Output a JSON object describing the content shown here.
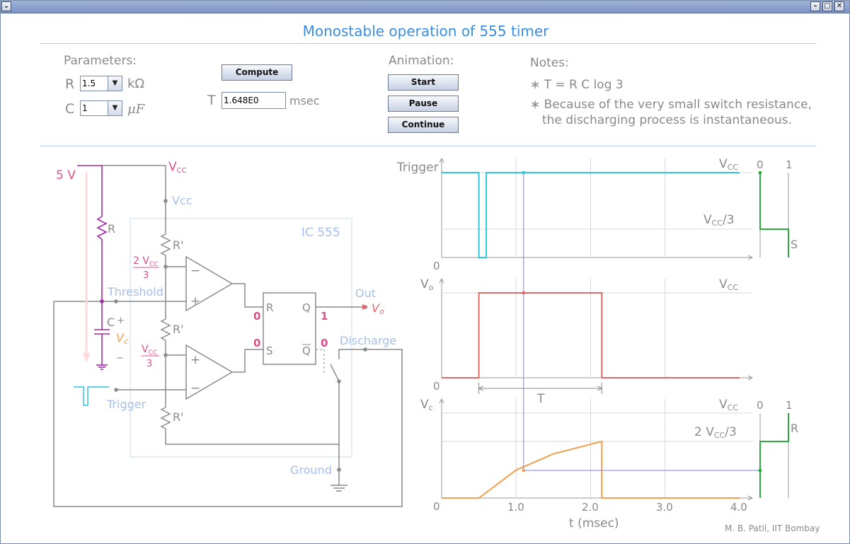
{
  "window": {
    "menu_glyph": "⌄",
    "minimize_glyph": "–",
    "maximize_glyph": "□",
    "close_glyph": "✕"
  },
  "app": {
    "title": "Monostable operation of 555 timer"
  },
  "params": {
    "heading": "Parameters:",
    "r_label": "R",
    "r_value": "1.5",
    "r_unit": "kΩ",
    "c_label": "C",
    "c_value": "1",
    "c_unit": "μF",
    "compute_label": "Compute",
    "t_label": "T",
    "t_value": "1.648E0",
    "t_unit": "msec"
  },
  "animation": {
    "heading": "Animation:",
    "start_label": "Start",
    "pause_label": "Pause",
    "continue_label": "Continue"
  },
  "notes": {
    "heading": "Notes:",
    "note1": "∗ T = R C log 3",
    "note2_line1": "∗ Because of the very small switch resistance,",
    "note2_line2": "the discharging process is instantaneous."
  },
  "circuit": {
    "supply": "5 V",
    "vcc_top": "V",
    "vcc_top_sub": "CC",
    "vcc_node": "Vcc",
    "r": "R",
    "rp1": "R'",
    "rp2": "R'",
    "rp3": "R'",
    "ic": "IC 555",
    "two_vcc": "2 V",
    "two_vcc_sub": "CC",
    "three_a": "3",
    "vcc_frac": "V",
    "vcc_frac_sub": "CC",
    "three_b": "3",
    "threshold": "Threshold",
    "trigger": "Trigger",
    "out": "Out",
    "discharge": "Discharge",
    "ground": "Ground",
    "cap": "C",
    "cap_plus": "+",
    "cap_minus": "−",
    "vc": "V",
    "vc_sub": "c",
    "vo": "V",
    "vo_sub": "o",
    "ff_r": "R",
    "ff_s": "S",
    "ff_q": "Q",
    "ff_qbar": "Q",
    "r_in": "0",
    "s_in": "0",
    "q_out": "1",
    "qbar_out": "0",
    "op_minus": "−",
    "op_plus": "+"
  },
  "plots": {
    "trigger": {
      "label": "Trigger",
      "vcc": "V",
      "vcc_sub": "CC",
      "vcc3": "V",
      "vcc3_sub": "CC",
      "vcc3_div": "/3",
      "zero": "0",
      "flag0": "0",
      "flag1": "1",
      "flag": "S"
    },
    "vo": {
      "label": "V",
      "label_sub": "o",
      "vcc": "V",
      "vcc_sub": "CC",
      "zero": "0",
      "period": "T"
    },
    "vc": {
      "label": "V",
      "label_sub": "c",
      "vcc": "V",
      "vcc_sub": "CC",
      "two_vcc3": "2 V",
      "two_vcc3_sub": "CC",
      "two_vcc3_div": "/3",
      "zero": "0",
      "flag0": "0",
      "flag1": "1",
      "flag": "R"
    },
    "xticks": [
      "1.0",
      "2.0",
      "3.0",
      "4.0"
    ],
    "xlabel": "t (msec)"
  },
  "chart_data": {
    "type": "line",
    "x_unit": "msec",
    "xlim": [
      0,
      4.0
    ],
    "cursor_t": 1.1,
    "series": [
      {
        "name": "Trigger",
        "t": [
          0,
          0.5,
          0.5,
          0.6,
          0.6,
          4.0
        ],
        "v": [
          1,
          1,
          0,
          0,
          1,
          1
        ]
      },
      {
        "name": "Vo",
        "t": [
          0,
          0.5,
          0.5,
          2.15,
          2.15,
          4.0
        ],
        "v": [
          0,
          0,
          1,
          1,
          0,
          0
        ]
      },
      {
        "name": "Vc",
        "t": [
          0,
          0.5,
          1.0,
          1.5,
          2.15,
          2.15,
          4.0
        ],
        "v": [
          0,
          0,
          0.33,
          0.52,
          0.667,
          0,
          0
        ]
      }
    ]
  },
  "credit": "M. B. Patil, IIT Bombay",
  "colors": {
    "accent": "#3a8de0",
    "trigger": "#2fc6e0",
    "vo": "#e06a6a",
    "vc": "#f0a050",
    "flag": "#2aaa3a",
    "supply": "#a02aa8",
    "label_pink": "#e0508a",
    "wire": "#8a8a8a"
  }
}
